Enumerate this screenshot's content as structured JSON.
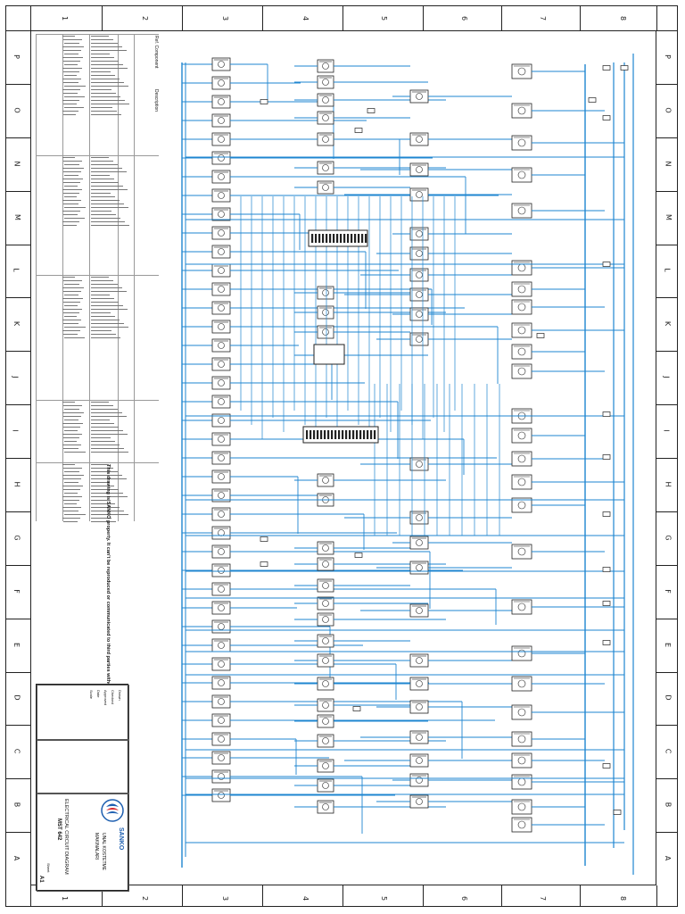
{
  "sheet": {
    "wire_color": "#1e86d0",
    "border_columns": [
      "1",
      "2",
      "3",
      "4",
      "5",
      "6",
      "7",
      "8"
    ],
    "border_rows": [
      "P",
      "O",
      "N",
      "M",
      "L",
      "K",
      "J",
      "I",
      "H",
      "G",
      "F",
      "E",
      "D",
      "C",
      "B",
      "A"
    ]
  },
  "legend": {
    "header_component": "Ref. Component",
    "header_description": "Description"
  },
  "notice": {
    "text": "This drawing is SANKO property. It can't be reproduced or communicated to third parties without our written agreement."
  },
  "title_block": {
    "company": "SANKO",
    "project_line1": "UNAL KOSTETME",
    "project_line2": "MAKINALARI",
    "drawing_title": "ELECTRICAL CIRCUIT DIAGRAM",
    "drawing_no": "MST 642",
    "sheet_size": "A1",
    "sheet_label": "Sheet",
    "scale_label": "Scale",
    "drawn_label": "Drawn",
    "checked_label": "Checked",
    "approved_label": "Approved",
    "date_label": "Date"
  }
}
